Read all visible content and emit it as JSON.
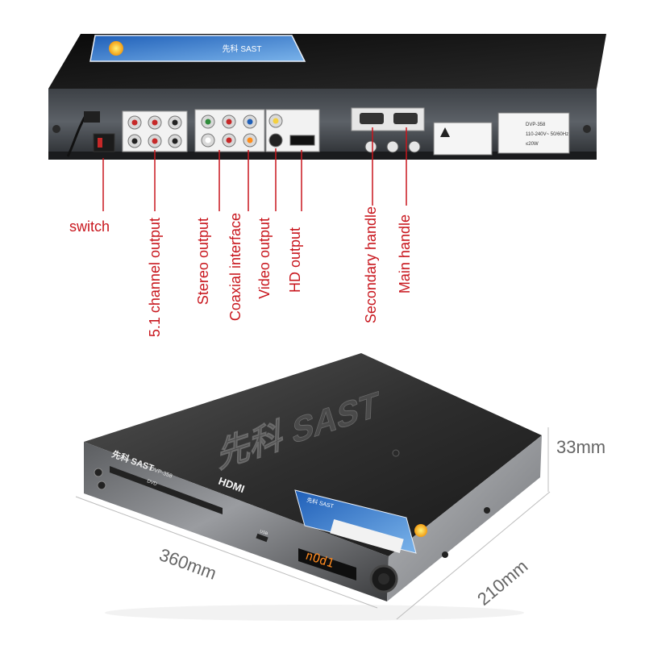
{
  "colors": {
    "label_red": "#c8161d",
    "device_black": "#1c1c1c",
    "panel_metal": "#5a5e63",
    "dimension_gray": "#666666",
    "sticker_blue": "#1f5fb8"
  },
  "rear_panel": {
    "callouts": {
      "switch": "switch",
      "channel_51": "5.1 channel output",
      "stereo": "Stereo output",
      "coaxial": "Coaxial interface",
      "video": "Video output",
      "hd": "HD output",
      "secondary_handle": "Secondary handle",
      "main_handle": "Main handle"
    },
    "sticker_brand": "先科 SAST",
    "rating_label": {
      "model": "DVP-358",
      "power": "110-240V~ 50/60Hz",
      "wattage": "≤20W"
    }
  },
  "front_view": {
    "top_brand": "先科 SAST",
    "front_brand": "先科 SAST",
    "model": "DVP-358",
    "tray_logo": "DVD",
    "hdmi_logo": "HDMI",
    "display_text": "nOd1",
    "usb_label": "USB",
    "sticker_brand": "先科 SAST"
  },
  "dimensions": {
    "height": "33mm",
    "width": "360mm",
    "depth": "210mm"
  }
}
